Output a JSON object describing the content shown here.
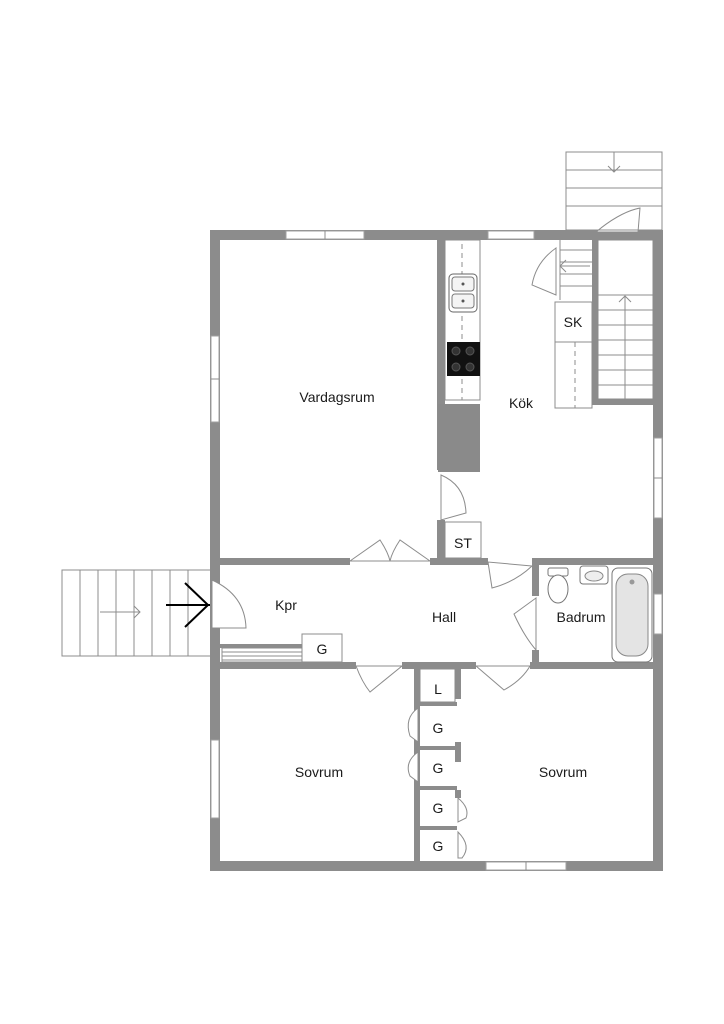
{
  "rooms": {
    "vardagsrum": "Vardagsrum",
    "kok": "Kök",
    "sk": "SK",
    "st": "ST",
    "kpr": "Kpr",
    "g_kpr": "G",
    "hall": "Hall",
    "badrum": "Badrum",
    "sovrum_left": "Sovrum",
    "sovrum_right": "Sovrum",
    "closet_l": "L",
    "closet_g1": "G",
    "closet_g2": "G",
    "closet_g3": "G",
    "closet_g4": "G"
  },
  "colors": {
    "wall": "#8c8c8c",
    "countertop": "#8a8a8a",
    "stove": "#111111"
  }
}
